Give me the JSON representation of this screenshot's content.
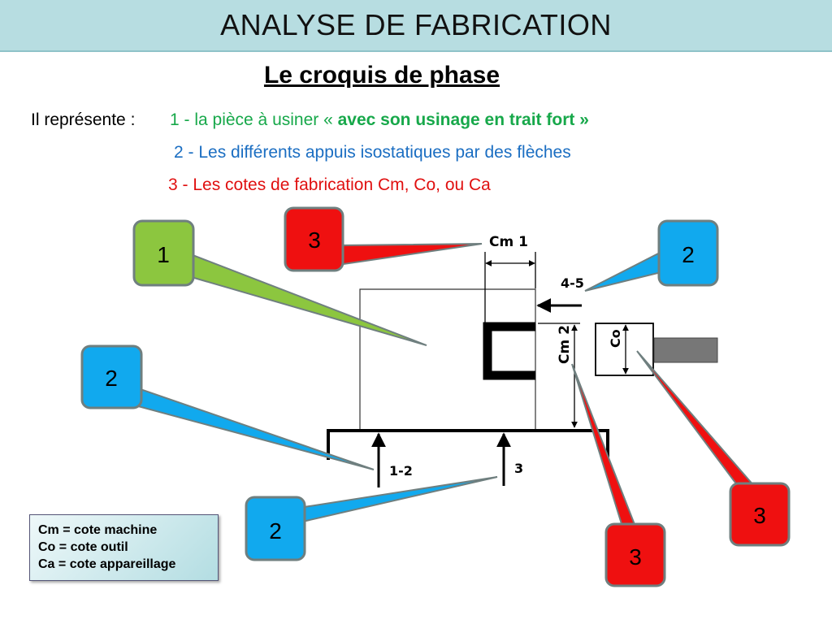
{
  "title": "ANALYSE DE FABRICATION",
  "subtitle": "Le croquis de phase",
  "intro": {
    "lead": "Il représente :",
    "item1_prefix": "1 - la pièce à usiner « ",
    "item1_bold": "avec son usinage en trait fort »",
    "item2": "2 - Les différents appuis isostatiques par des flèches",
    "item3": "3 - Les cotes de fabrication Cm, Co, ou Ca"
  },
  "callouts": {
    "piece": "1",
    "cm1": "3",
    "appui_45": "2",
    "appui_12": "2",
    "appui_3": "2",
    "cm2": "3",
    "co": "3"
  },
  "sketch_labels": {
    "cm1": "Cm 1",
    "cm2": "Cm 2",
    "co": "Co",
    "appui_45": "4-5",
    "appui_12": "1-2",
    "appui_3": "3"
  },
  "legend": {
    "cm": "Cm = cote machine",
    "co": "Co = cote outil",
    "ca": "Ca = cote appareillage"
  },
  "colors": {
    "green": "#8cc63f",
    "blue": "#11a9ee",
    "red": "#ef1010",
    "title_bg": "#b7dde1"
  }
}
